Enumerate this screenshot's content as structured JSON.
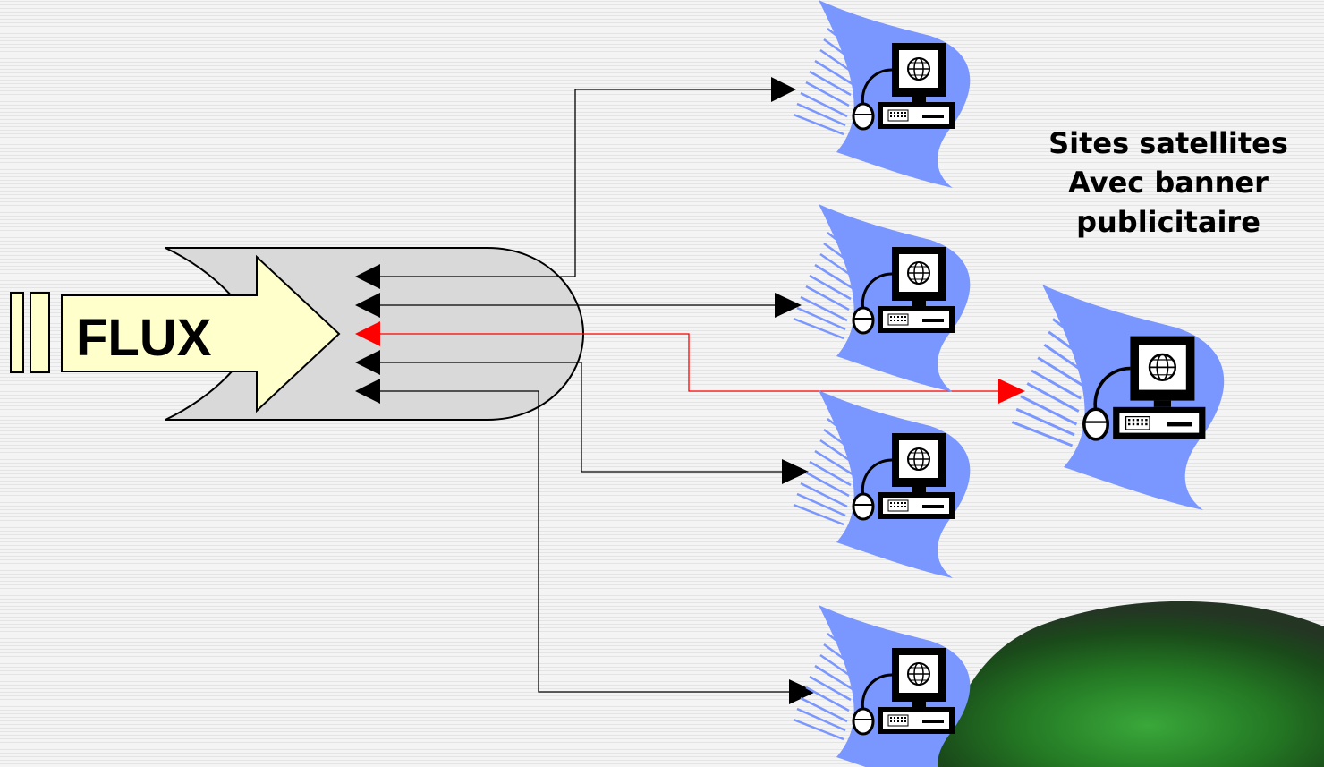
{
  "diagram": {
    "flux_label": "FLUX",
    "caption": {
      "line1": "Sites satellites",
      "line2": "Avec banner",
      "line3": "publicitaire"
    },
    "nodes": [
      {
        "icon": "computer-globe-icon"
      },
      {
        "icon": "computer-globe-icon"
      },
      {
        "icon": "computer-globe-icon"
      },
      {
        "icon": "computer-globe-icon"
      },
      {
        "icon": "computer-globe-icon"
      }
    ],
    "highlight_node": 4
  },
  "colors": {
    "arrow_fill": "#ffffcc",
    "hub_fill": "#d9d9d9",
    "banner": "#7a96ff",
    "highlight": "#ff0000",
    "line": "#000000",
    "blob": "#1f5e1f"
  }
}
